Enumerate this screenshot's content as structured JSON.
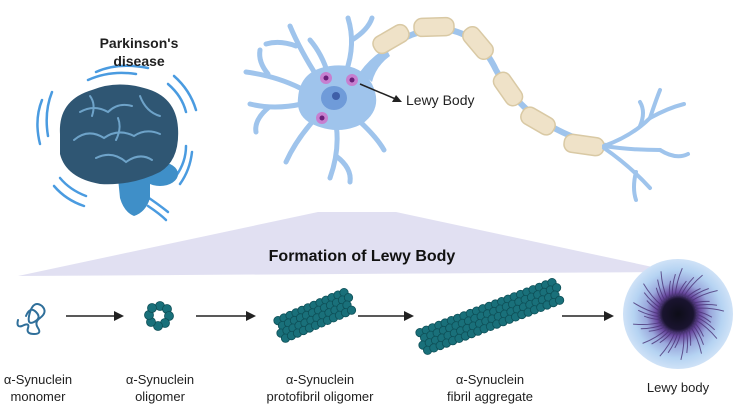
{
  "header": {
    "disease_title": "Parkinson's\ndisease"
  },
  "neuron": {
    "callout_label": "Lewy Body"
  },
  "process": {
    "title": "Formation of Lewy Body",
    "stages": [
      {
        "line1": "α-Synuclein",
        "line2": "monomer"
      },
      {
        "line1": "α-Synuclein",
        "line2": "oligomer"
      },
      {
        "line1": "α-Synuclein",
        "line2": "protofibril oligomer"
      },
      {
        "line1": "α-Synuclein",
        "line2": "fibril aggregate"
      },
      {
        "line1": "Lewy body",
        "line2": ""
      }
    ]
  },
  "colors": {
    "brain_dark": "#2f5673",
    "brain_stem": "#3f8fc8",
    "tremor_lines": "#4a9be0",
    "neuron_body": "#9fc4ec",
    "neuron_nucleus": "#6f9bd9",
    "myelin": "#efe2c8",
    "lewy_purple": "#b040b0",
    "triangle_fill": "#dcdaf0",
    "bead_teal": "#19707a",
    "arrow": "#222222"
  }
}
